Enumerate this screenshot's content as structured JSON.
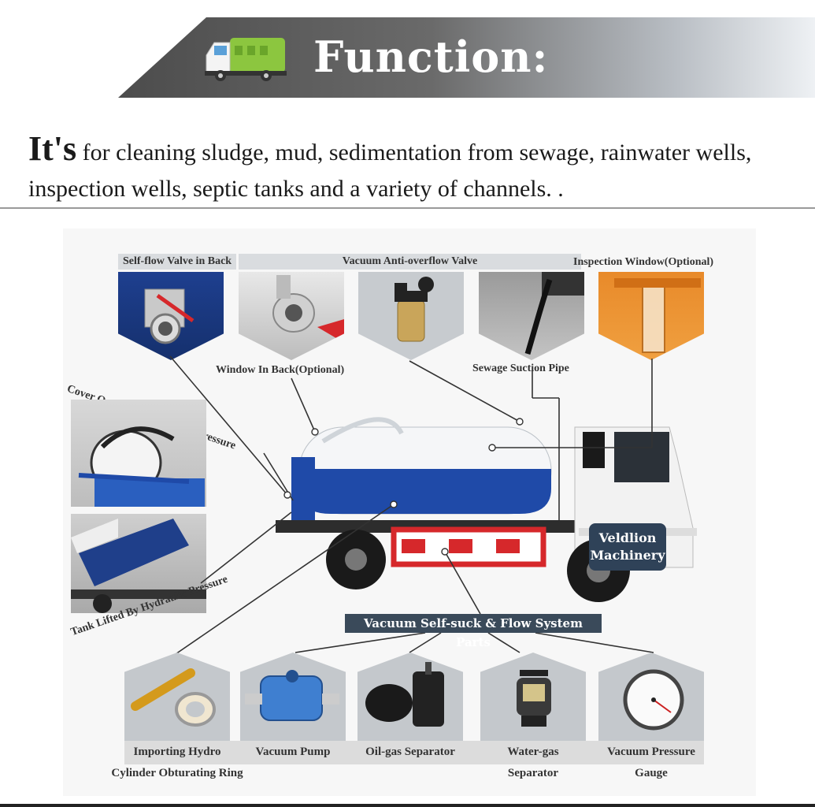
{
  "header": {
    "title": "Function:",
    "icon": "garbage-truck-icon"
  },
  "intro": {
    "lead": "It's",
    "text": " for cleaning sludge, mud, sedimentation from sewage, rainwater wells, inspection wells, septic tanks and a variety of channels. ."
  },
  "labels": {
    "self_flow_valve": "Self-flow Valve in Back",
    "vacuum_anti_overflow": "Vacuum Anti-overflow Valve",
    "inspection_window": "Inspection Window(Optional)",
    "window_in_back": "Window In Back(Optional)",
    "sewage_suction_pipe": "Sewage Suction Pipe",
    "cover_opened": "Cover Opened By Hydraulic Pressure",
    "tank_lifted": "Tank Lifted By Hydraulic Pressure",
    "vacuum_system": "Vacuum Self-suck & Flow System Parts",
    "brand": "Veldlion Machinery"
  },
  "parts": [
    {
      "line1": "Importing Hydro",
      "line2": "Cylinder Obturating Ring"
    },
    {
      "line1": "Vacuum Pump",
      "line2": ""
    },
    {
      "line1": "Oil-gas Separator",
      "line2": ""
    },
    {
      "line1": "Water-gas",
      "line2": "Separator"
    },
    {
      "line1": "Vacuum Pressure",
      "line2": "Gauge"
    }
  ],
  "colors": {
    "tank_blue": "#1f4aa8",
    "cab_white": "#f2f2f2",
    "reflector_red": "#d6282b",
    "accent_green": "#8cc63f"
  }
}
